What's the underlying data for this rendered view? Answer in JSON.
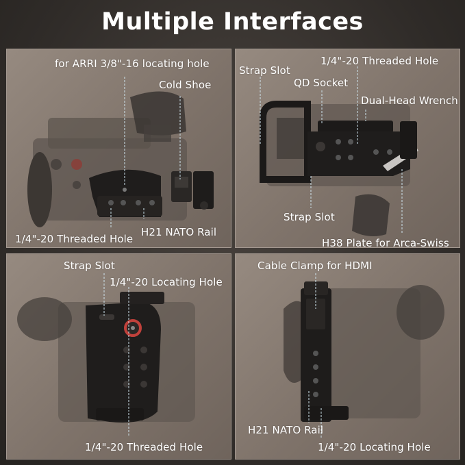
{
  "title": "Multiple Interfaces",
  "panels": [
    {
      "labels": {
        "arri": "for ARRI 3/8\"-16 locating hole",
        "cold_shoe": "Cold Shoe",
        "threaded_hole": "1/4\"-20 Threaded Hole",
        "nato_rail": "H21 NATO Rail"
      }
    },
    {
      "labels": {
        "strap_slot_top": "Strap Slot",
        "threaded_hole": "1/4\"-20 Threaded Hole",
        "qd_socket": "QD Socket",
        "wrench": "Dual-Head Wrench",
        "strap_slot_bottom": "Strap Slot",
        "arca_plate": "H38 Plate for Arca-Swiss"
      }
    },
    {
      "labels": {
        "strap_slot": "Strap Slot",
        "locating_hole": "1/4\"-20 Locating Hole",
        "threaded_hole": "1/4\"-20 Threaded Hole"
      }
    },
    {
      "labels": {
        "cable_clamp": "Cable Clamp for HDMI",
        "nato_rail": "H21 NATO Rail",
        "locating_hole": "1/4\"-20 Locating Hole"
      }
    }
  ]
}
